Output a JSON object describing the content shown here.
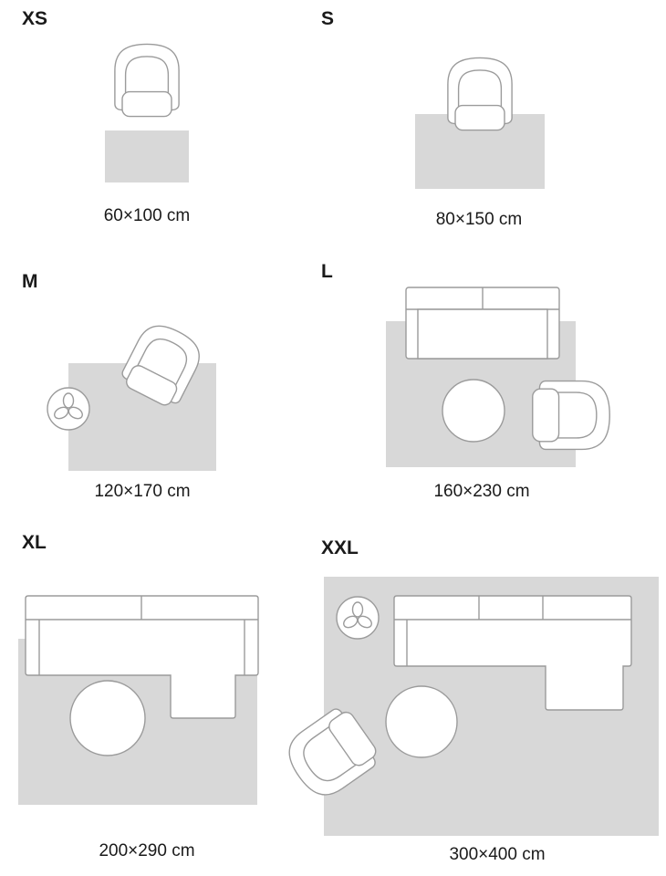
{
  "colors": {
    "rug": "#d8d8d8",
    "outline": "#9b9b9b",
    "furniture": "#ffffff",
    "text": "#1a1a1a",
    "background": "#ffffff"
  },
  "sizes": [
    {
      "label": "XS",
      "dimensions": "60×100 cm",
      "furniture": [
        "armchair"
      ]
    },
    {
      "label": "S",
      "dimensions": "80×150 cm",
      "furniture": [
        "armchair"
      ]
    },
    {
      "label": "M",
      "dimensions": "120×170 cm",
      "furniture": [
        "armchair",
        "plant-side-table"
      ]
    },
    {
      "label": "L",
      "dimensions": "160×230 cm",
      "furniture": [
        "two-seater-sofa",
        "round-coffee-table",
        "armchair"
      ]
    },
    {
      "label": "XL",
      "dimensions": "200×290 cm",
      "furniture": [
        "corner-sofa",
        "round-coffee-table"
      ]
    },
    {
      "label": "XXL",
      "dimensions": "300×400 cm",
      "furniture": [
        "plant-side-table",
        "corner-sofa",
        "round-coffee-table",
        "armchair"
      ]
    }
  ]
}
